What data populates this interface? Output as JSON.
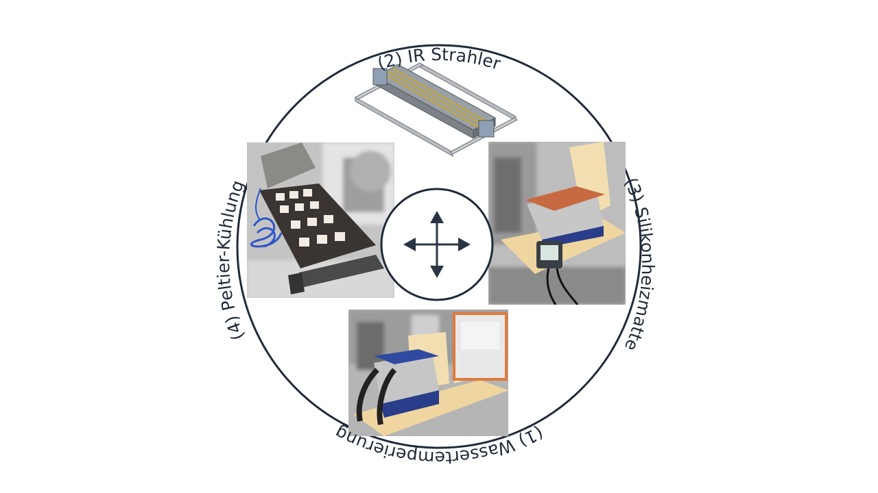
{
  "diagram": {
    "labels": {
      "top": "(2) IR Strahler",
      "right": "(3) Silikonheizmatte",
      "bottom": "(1) Wassertemperierung",
      "left": "(4) Peltier-Kühlung"
    },
    "center_icon": "move-arrows-icon",
    "colors": {
      "ring": "#1f2a3a",
      "text": "#1f2a3a",
      "arrows": "#2a3544"
    }
  }
}
